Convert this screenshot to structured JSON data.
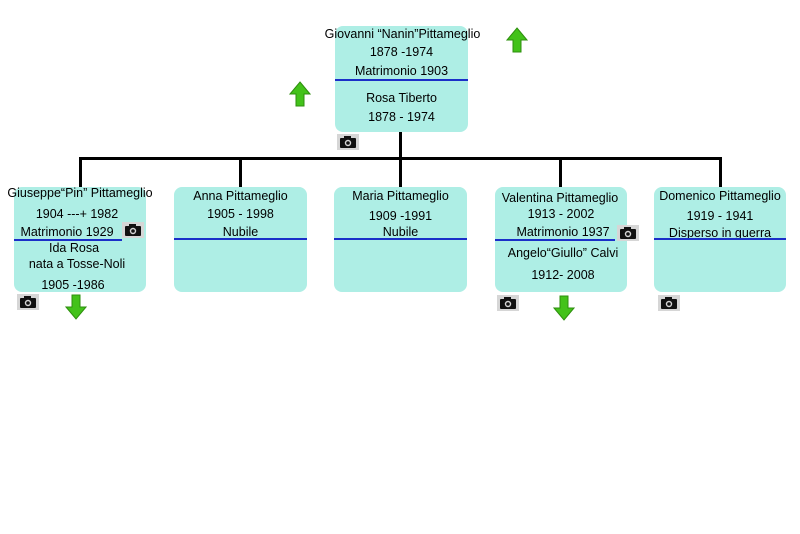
{
  "root": {
    "husband_name": "Giovanni “Nanin”Pittameglio",
    "husband_years": "1878 -1974",
    "marriage": "Matrimonio 1903",
    "wife_name": "Rosa Tiberto",
    "wife_years": "1878 - 1974"
  },
  "children": [
    {
      "name": "Giuseppe“Pin” Pittameglio",
      "years": "1904 ---+ 1982",
      "marriage": "Matrimonio 1929",
      "spouse_name": "Ida Rosa",
      "spouse_note": "nata a Tosse-Noli",
      "spouse_years": "1905 -1986"
    },
    {
      "name": "Anna Pittameglio",
      "years": "1905 - 1998",
      "status": "Nubile"
    },
    {
      "name": "Maria Pittameglio",
      "years": "1909 -1991",
      "status": "Nubile"
    },
    {
      "name": "Valentina Pittameglio",
      "years": "1913 - 2002",
      "marriage": "Matrimonio 1937",
      "spouse_name": "Angelo“Giullo” Calvi",
      "spouse_years": "1912- 2008"
    },
    {
      "name": "Domenico Pittameglio",
      "years": "1919 - 1941",
      "status": "Disperso in guerra"
    }
  ],
  "colors": {
    "box_fill": "#aeeee5",
    "separator": "#1a2fc8",
    "arrow": "#43c21a",
    "connector": "#000000"
  },
  "icons": [
    "camera-icon",
    "arrow-up-icon",
    "arrow-down-icon"
  ]
}
